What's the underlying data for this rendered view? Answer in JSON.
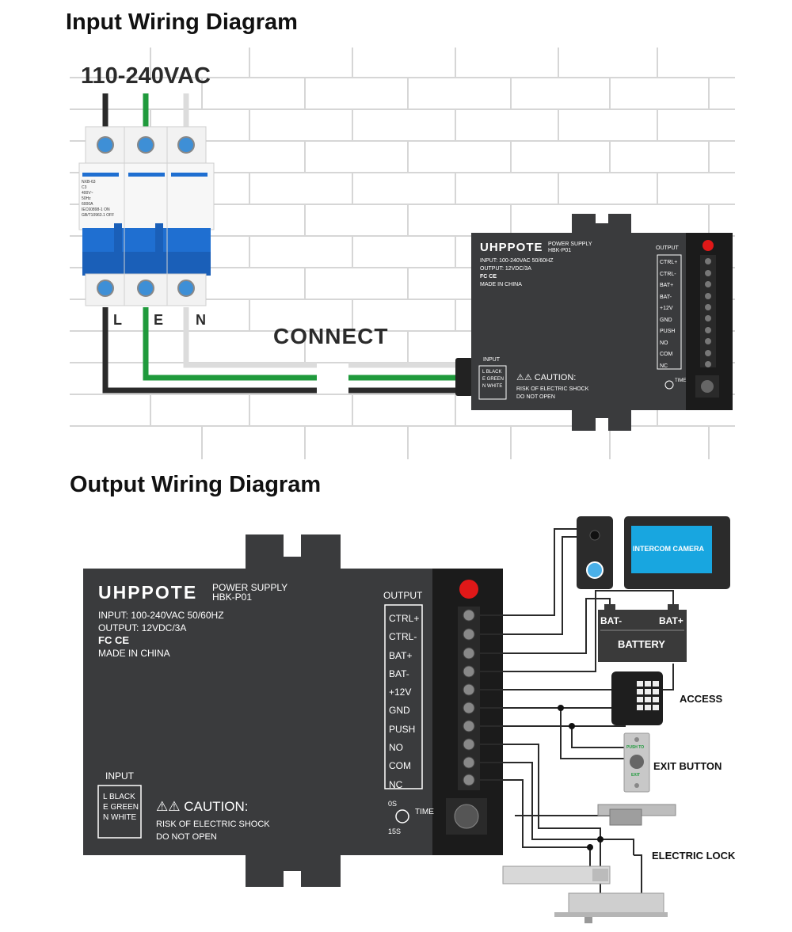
{
  "input_section": {
    "title": "Input Wiring Diagram",
    "voltage": "110-240VAC",
    "breaker_labels": [
      "L",
      "E",
      "N"
    ],
    "connect_label": "CONNECT"
  },
  "breaker_print": {
    "model": "NXB-63",
    "rating": "C3",
    "volts": "400V~",
    "freq": "50Hz",
    "cap": "6000A",
    "std1": "IEC60898-1",
    "std2": "GB/T10963.1",
    "on": "ON",
    "off": "OFF"
  },
  "unit": {
    "brand": "UHPPOTE",
    "product_line1": "POWER SUPPLY",
    "product_line2": "HBK-P01",
    "input_spec": "INPUT:   100-240VAC 50/60HZ",
    "output_spec": "OUTPUT: 12VDC/3A",
    "certs": "FC CE",
    "origin": "MADE IN CHINA",
    "output_header": "OUTPUT",
    "terminals": [
      "CTRL+",
      "CTRL-",
      "BAT+",
      "BAT-",
      "+12V",
      "GND",
      "PUSH",
      "NO",
      "COM",
      "NC"
    ],
    "input_header": "INPUT",
    "input_map": [
      "L BLACK",
      "E GREEN",
      "N WHITE"
    ],
    "caution": "CAUTION:",
    "caution_l1": "RISK OF ELECTRIC SHOCK",
    "caution_l2": "DO NOT OPEN",
    "time_label": "TIME",
    "time_min": "0S",
    "time_max": "15S"
  },
  "output_section": {
    "title": "Output Wiring Diagram",
    "intercom_screen": "INTERCOM CAMERA",
    "battery_neg": "BAT-",
    "battery_pos": "BAT+",
    "battery_label": "BATTERY",
    "access_label": "ACCESS",
    "push_to": "PUSH TO",
    "exit": "EXIT",
    "exit_button_label": "EXIT BUTTON",
    "electric_lock_label": "ELECTRIC LOCK"
  },
  "colors": {
    "wire_black": "#2a2a2a",
    "wire_green": "#1f9a3c",
    "wire_white": "#dcdcdc",
    "breaker_blue": "#1f6fd1",
    "unit_body": "#3a3b3d",
    "led_red": "#e01818",
    "intercom_screen": "#18a6e0"
  }
}
